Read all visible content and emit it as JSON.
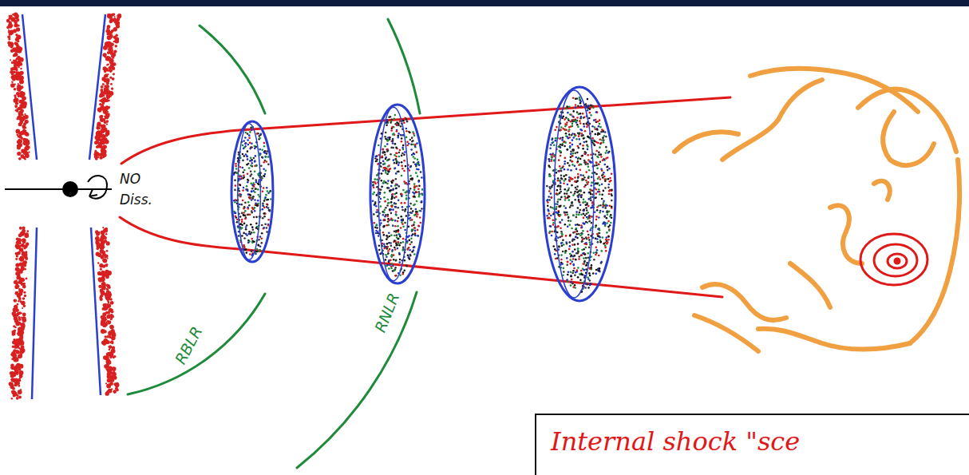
{
  "diagram": {
    "nodes": [
      {
        "text": [
          "Internal shock \"sce"
        ]
      }
    ],
    "labels": [
      "NO Diss.",
      "RBLR",
      "RNLR"
    ]
  }
}
